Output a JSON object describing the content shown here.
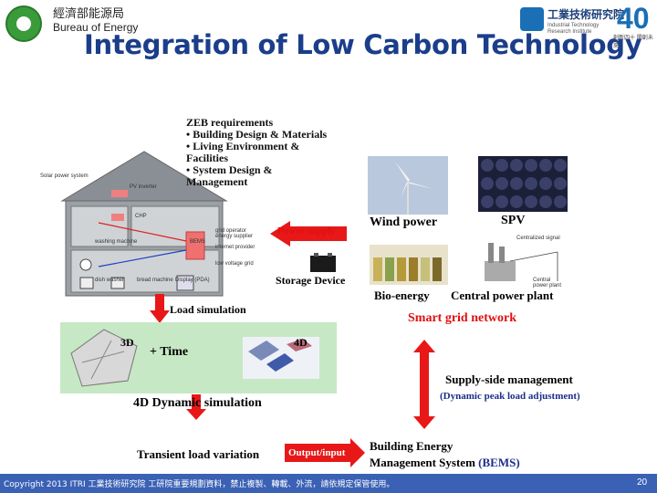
{
  "header": {
    "org_zh": "經濟部能源局",
    "org_en": "Bureau of Energy",
    "title": "Integration of Low Carbon Technology",
    "itri_zh": "工業技術研究院",
    "itri_en": "Industrial Technology Research Institute",
    "anniversary_number": "40",
    "anniversary_text": "創新四十 開創未來"
  },
  "house": {
    "annotations": [
      "Solar power system",
      "PV inverter",
      "CHP",
      "washing machine",
      "dish washer",
      "bread machine",
      "Display (PDA)",
      "grid operator energy supplier",
      "internet provider",
      "low voltage grid",
      "BEMS"
    ]
  },
  "zeb": {
    "heading": "ZEB requirements",
    "items": [
      "• Building Design & Materials",
      "• Living Environment &",
      "   Facilities",
      "• System Design &",
      "   Management"
    ]
  },
  "labels": {
    "wind": "Wind power",
    "spv": "SPV",
    "power_supply": "Power supply",
    "storage": "Storage Device",
    "bio": "Bio-energy",
    "central": "Central power plant",
    "smart_grid": "Smart grid network",
    "load_sim": "Load simulation",
    "sim_3d": "3D",
    "plus_time": "+ Time",
    "sim_4d": "4D",
    "dyn_sim": "4D Dynamic simulation",
    "supply_side": "Supply-side management",
    "dyn_peak": "(Dynamic peak load adjustment)",
    "transient": "Transient load variation",
    "output_input": "Output/input",
    "bems_l1": "Building Energy",
    "bems_l2": "Management System",
    "bems_abbr": "(BEMS)",
    "central_small": "Centralized signal",
    "central_small2": "Central power plant"
  },
  "footer": {
    "text": "Copyright 2013 ITRI 工業技術研究院   工研院重要規劃資料，禁止複製、轉載、外流，請依規定保管使用。",
    "page": "20"
  },
  "colors": {
    "title": "#1b3e8a",
    "footer_bg": "#3a61b4",
    "arrow_red": "#e01010",
    "sim_panel": "#c7e8c4"
  }
}
